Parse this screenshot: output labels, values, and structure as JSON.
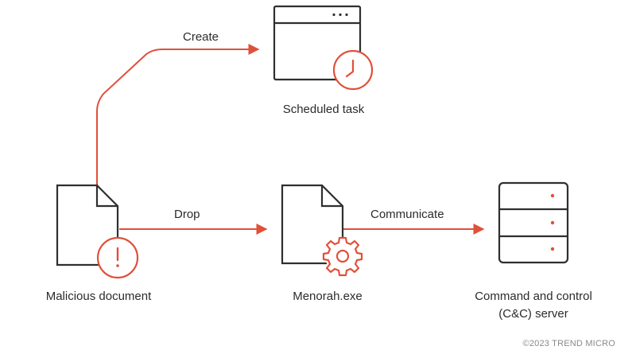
{
  "colors": {
    "accent": "#e0503a",
    "stroke": "#2f2f2f",
    "text": "#2b2b2b",
    "footer": "#8a8a8a"
  },
  "nodes": {
    "malicious_document": {
      "label": "Malicious document",
      "icon": "document-warning-icon"
    },
    "scheduled_task": {
      "label": "Scheduled task",
      "icon": "window-clock-icon"
    },
    "menorah_exe": {
      "label": "Menorah.exe",
      "icon": "document-gear-icon"
    },
    "cnc_server": {
      "label_line1": "Command and control",
      "label_line2": "(C&C) server",
      "icon": "server-icon"
    }
  },
  "edges": {
    "create": "Create",
    "drop": "Drop",
    "communicate": "Communicate"
  },
  "footer": "©2023 TREND MICRO"
}
